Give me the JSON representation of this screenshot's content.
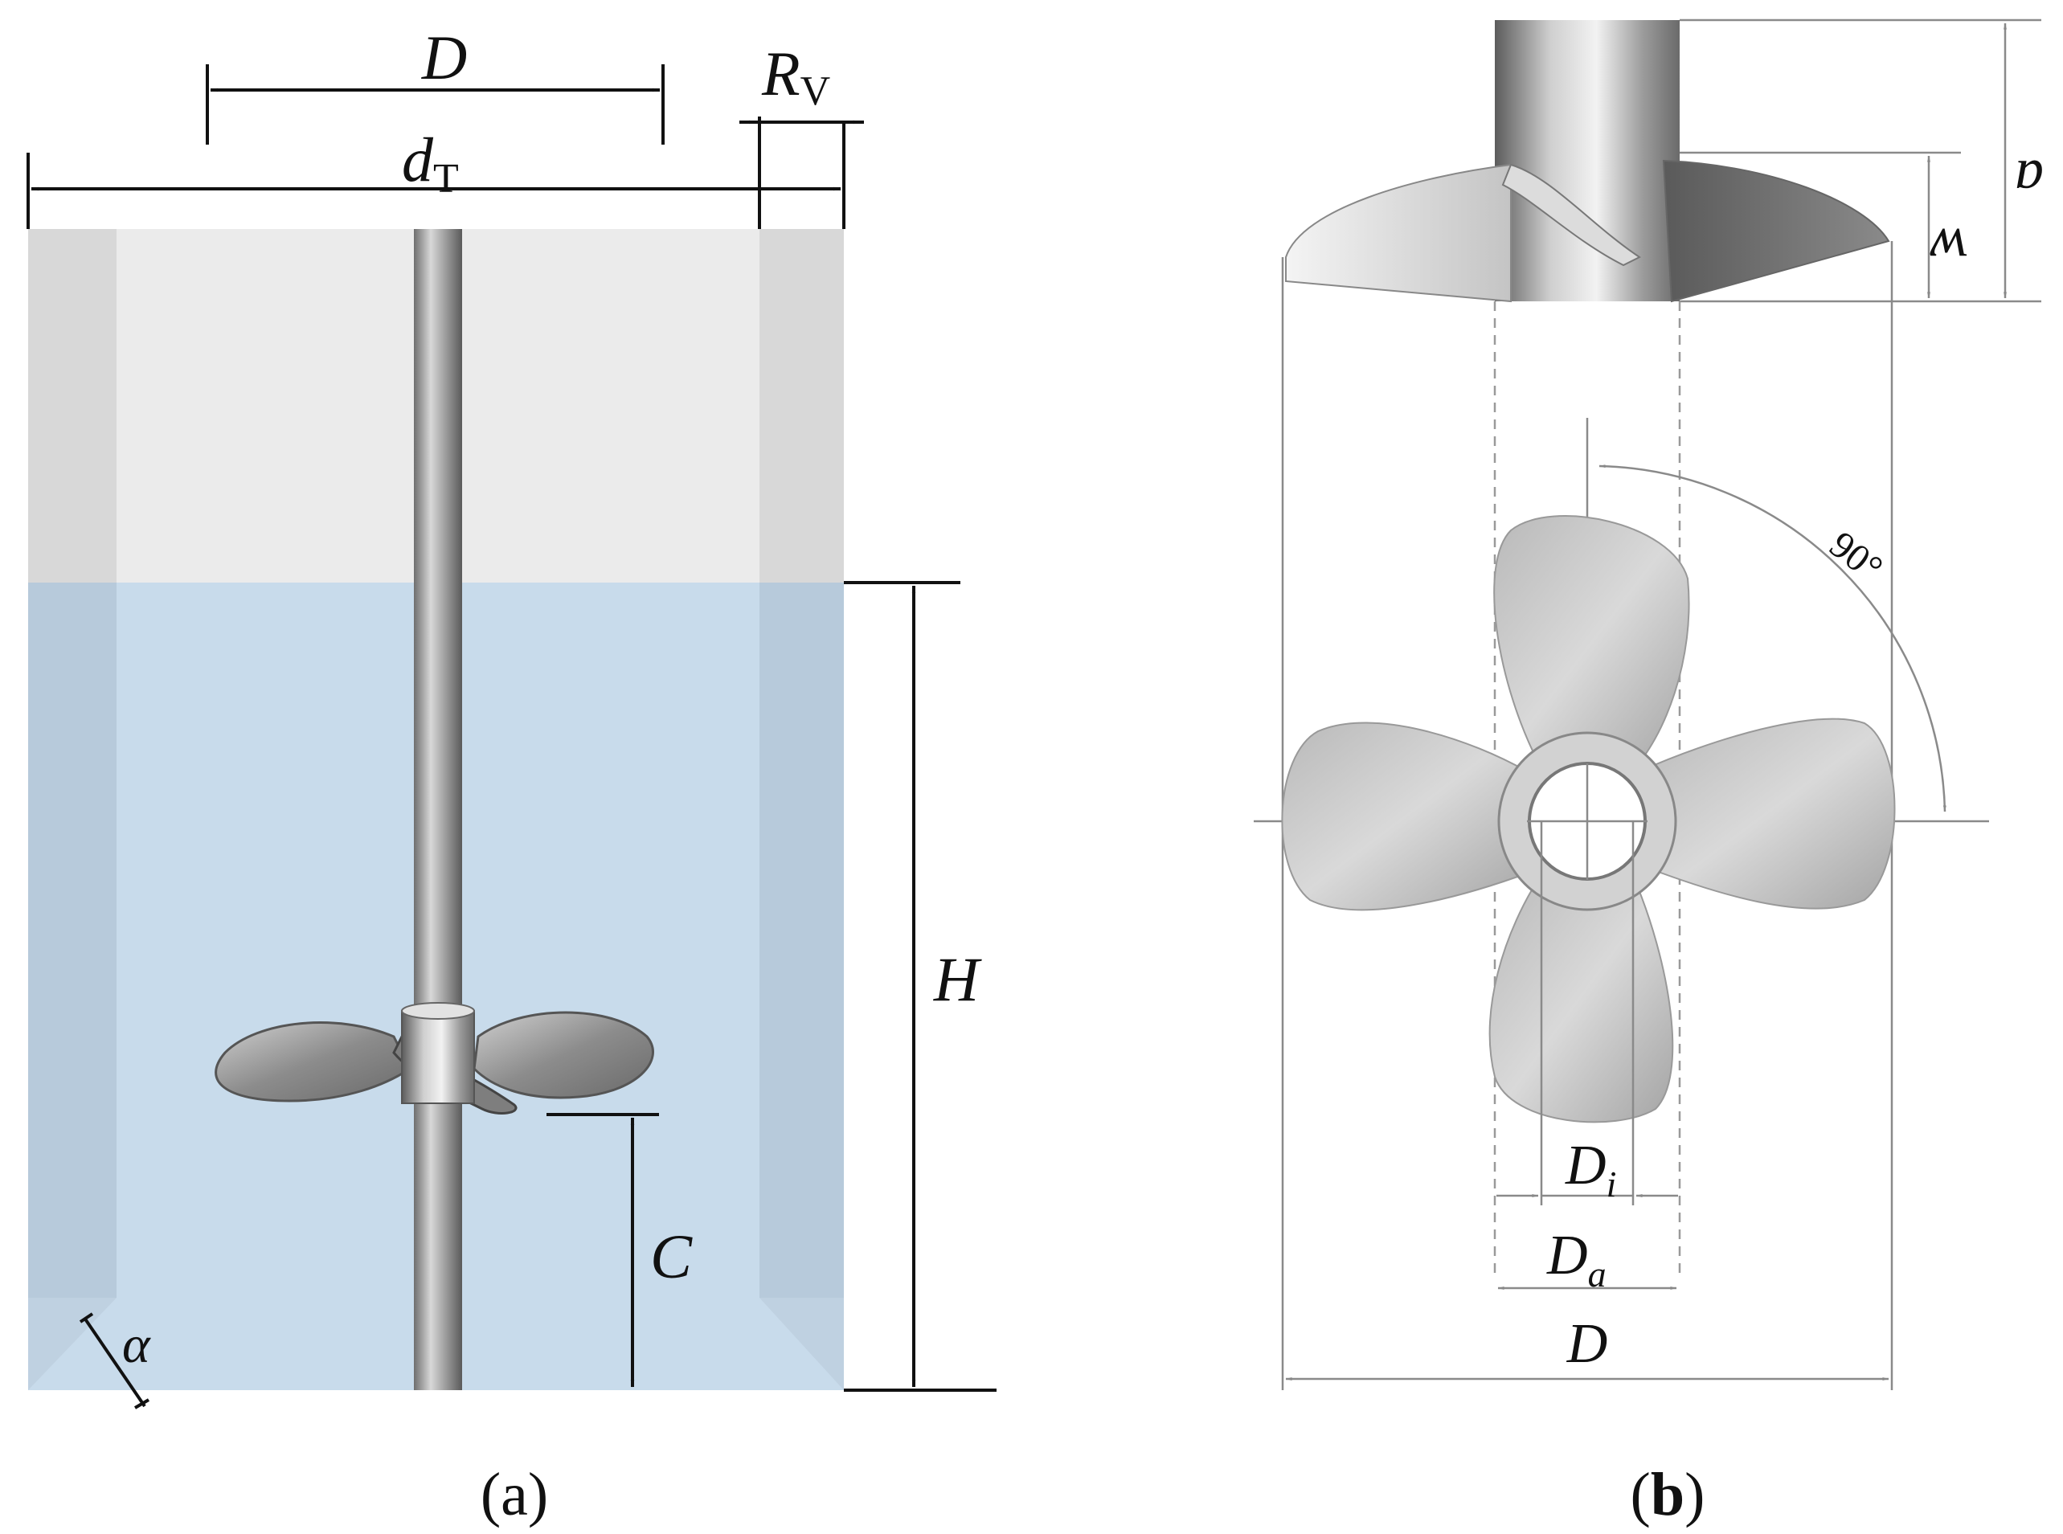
{
  "panel_a": {
    "caption_open": "(",
    "caption_letter": "a",
    "caption_close": ")",
    "labels": {
      "impeller_diameter": "D",
      "tank_diameter_symbol": "d",
      "tank_diameter_subscript": "T",
      "baffle_width_symbol": "R",
      "baffle_width_subscript": "V",
      "liquid_height": "H",
      "clearance": "C",
      "angle": "α"
    }
  },
  "panel_b": {
    "caption_open": "(",
    "caption_letter": "b",
    "caption_close": ")",
    "labels": {
      "hub_height": "a",
      "blade_width": "w",
      "angle": "90°",
      "inner_diameter_symbol": "D",
      "inner_diameter_subscript": "i",
      "outer_hub_diameter_symbol": "D",
      "outer_hub_diameter_subscript": "a",
      "impeller_diameter": "D"
    }
  },
  "colors": {
    "liquid": "#c6d9ea",
    "tank_air": "#ebebeb",
    "baffle": "#d9d9d9",
    "metal": "#9a9a9a"
  }
}
